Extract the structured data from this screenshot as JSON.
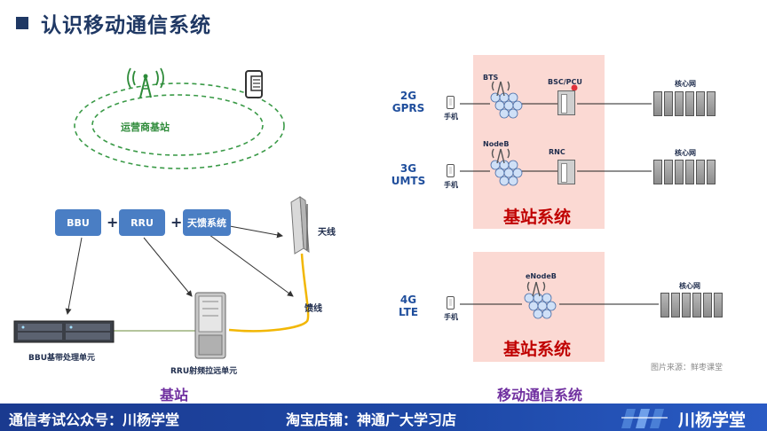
{
  "title": "认识移动通信系统",
  "left": {
    "operator_label": "运营商基站",
    "components": [
      "BBU",
      "RRU",
      "天馈系统"
    ],
    "plus": "+",
    "antenna_label": "天线",
    "feeder_label": "馈线",
    "bbu_label": "BBU基带处理单元",
    "rru_label": "RRU射频拉远单元",
    "caption": "基站"
  },
  "right": {
    "rows": [
      {
        "gen": "2G",
        "tech": "GPRS",
        "phone": "手机",
        "bts": "BTS",
        "ctrl": "BSC/PCU",
        "core": "核心网"
      },
      {
        "gen": "3G",
        "tech": "UMTS",
        "phone": "手机",
        "bts": "NodeB",
        "ctrl": "RNC",
        "core": "核心网"
      },
      {
        "gen": "4G",
        "tech": "LTE",
        "phone": "手机",
        "bts": "eNodeB",
        "core": "核心网"
      }
    ],
    "bss_label_1": "基站系统",
    "bss_label_2": "基站系统",
    "source": "图片来源：鲜枣课堂",
    "caption": "移动通信系统"
  },
  "footer": {
    "left_text": "通信考试公众号：川杨学堂",
    "mid_text": "淘宝店铺：神通广大学习店",
    "logo_text": "川杨学堂"
  }
}
